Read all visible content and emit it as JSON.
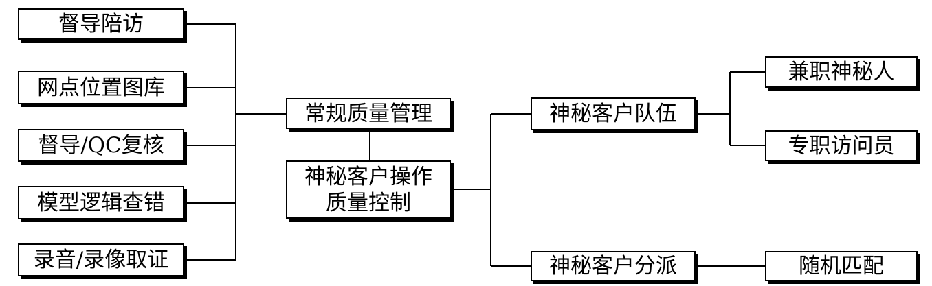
{
  "left_items": [
    "督导陪访",
    "网点位置图库",
    "督导/QC复核",
    "模型逻辑查错",
    "录音/录像取证"
  ],
  "routine_quality": "常规质量管理",
  "mystery_quality_control": [
    "神秘客户操作",
    "质量控制"
  ],
  "mystery_team": "神秘客户队伍",
  "mystery_assignment": "神秘客户分派",
  "team_members": [
    "兼职神秘人",
    "专职访问员"
  ],
  "random_match": "随机匹配"
}
